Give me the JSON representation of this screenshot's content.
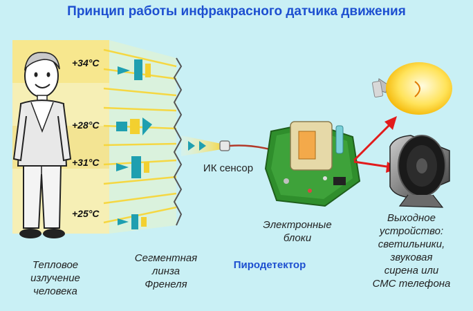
{
  "title": "Принцип работы инфракрасного датчика движения",
  "temperatures": [
    "+34°C",
    "+28°C",
    "+31°C",
    "+25°C"
  ],
  "labels": {
    "human": "Тепловое\nизлучение\nчеловека",
    "lens": "Сегментная\nлинза\nФренеля",
    "sensor": "ИК сенсор",
    "electronics": "Электронные\nблоки",
    "pyrodetector": "Пиродетектор",
    "output": "Выходное\nустройство:\nсветильники,\nзвуковая\nсирена или\nСМС телефона"
  },
  "colors": {
    "background": "#c9f0f5",
    "title": "#1d4fd0",
    "panel_light": "#f6efb0",
    "panel_dark": "#e9d97a",
    "beam": "#f7d63a",
    "arrow_red": "#e21b1b",
    "board_green": "#2c8c2a"
  },
  "icons": {
    "person": "person-icon",
    "lens": "fresnel-lens-icon",
    "sensor": "ir-sensor-icon",
    "board": "circuit-board-icon",
    "bulb": "light-bulb-icon",
    "siren": "siren-speaker-icon"
  }
}
